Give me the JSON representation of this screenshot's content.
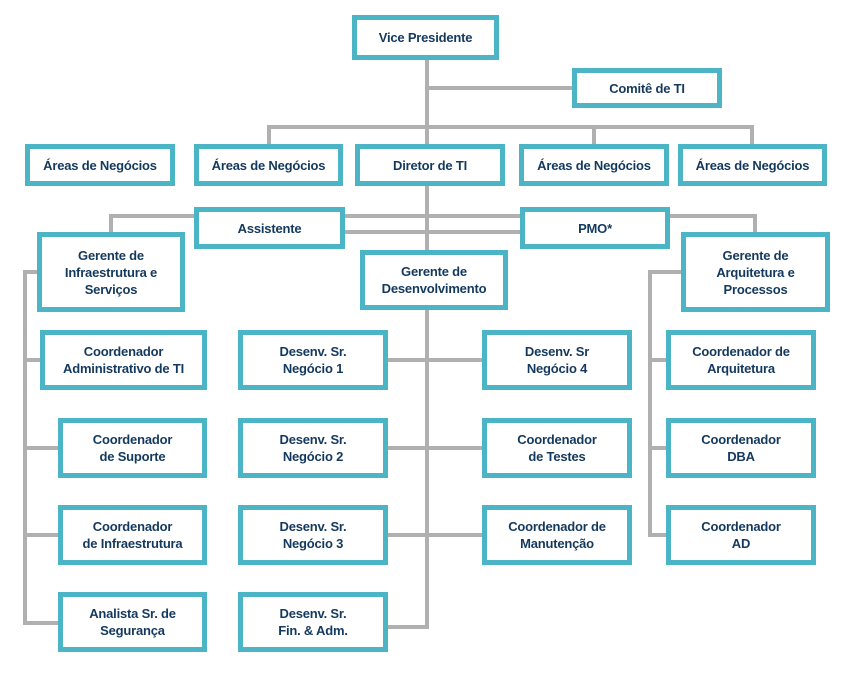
{
  "palette": {
    "box_border": "#4cb5c5",
    "box_text": "#14395e",
    "connector_line": "#b0b0b0",
    "background": "#ffffff"
  },
  "org_chart": {
    "nodes": {
      "vice_presidente": {
        "label": "Vice Presidente"
      },
      "comite_ti": {
        "label": "Comitê de TI"
      },
      "areas_negocios_1": {
        "label": "Áreas de Negócios"
      },
      "areas_negocios_2": {
        "label": "Áreas de Negócios"
      },
      "diretor_ti": {
        "label": "Diretor de TI"
      },
      "areas_negocios_3": {
        "label": "Áreas de Negócios"
      },
      "areas_negocios_4": {
        "label": "Áreas de Negócios"
      },
      "assistente": {
        "label": "Assistente"
      },
      "pmo": {
        "label": "PMO*"
      },
      "gerente_infraestrutura": {
        "label": "Gerente de\nInfraestrutura e\nServiços"
      },
      "gerente_desenvolvimento": {
        "label": "Gerente de\nDesenvolvimento"
      },
      "gerente_arquitetura": {
        "label": "Gerente de\nArquitetura e\nProcessos"
      },
      "coordenador_administrativo_ti": {
        "label": "Coordenador\nAdministrativo de TI"
      },
      "coordenador_suporte": {
        "label": "Coordenador\nde Suporte"
      },
      "coordenador_infraestrutura": {
        "label": "Coordenador\nde Infraestrutura"
      },
      "analista_sr_seguranca": {
        "label": "Analista Sr. de\nSegurança"
      },
      "desenv_sr_negocio_1": {
        "label": "Desenv. Sr.\nNegócio 1"
      },
      "desenv_sr_negocio_2": {
        "label": "Desenv. Sr.\nNegócio 2"
      },
      "desenv_sr_negocio_3": {
        "label": "Desenv. Sr.\nNegócio 3"
      },
      "desenv_sr_fin_adm": {
        "label": "Desenv. Sr.\nFin. & Adm."
      },
      "desenv_sr_negocio_4": {
        "label": "Desenv. Sr\nNegócio 4"
      },
      "coordenador_testes": {
        "label": "Coordenador\nde Testes"
      },
      "coordenador_manutencao": {
        "label": "Coordenador de\nManutenção"
      },
      "coordenador_arquitetura": {
        "label": "Coordenador de\nArquitetura"
      },
      "coordenador_dba": {
        "label": "Coordenador\nDBA"
      },
      "coordenador_ad": {
        "label": "Coordenador\nAD"
      }
    }
  }
}
